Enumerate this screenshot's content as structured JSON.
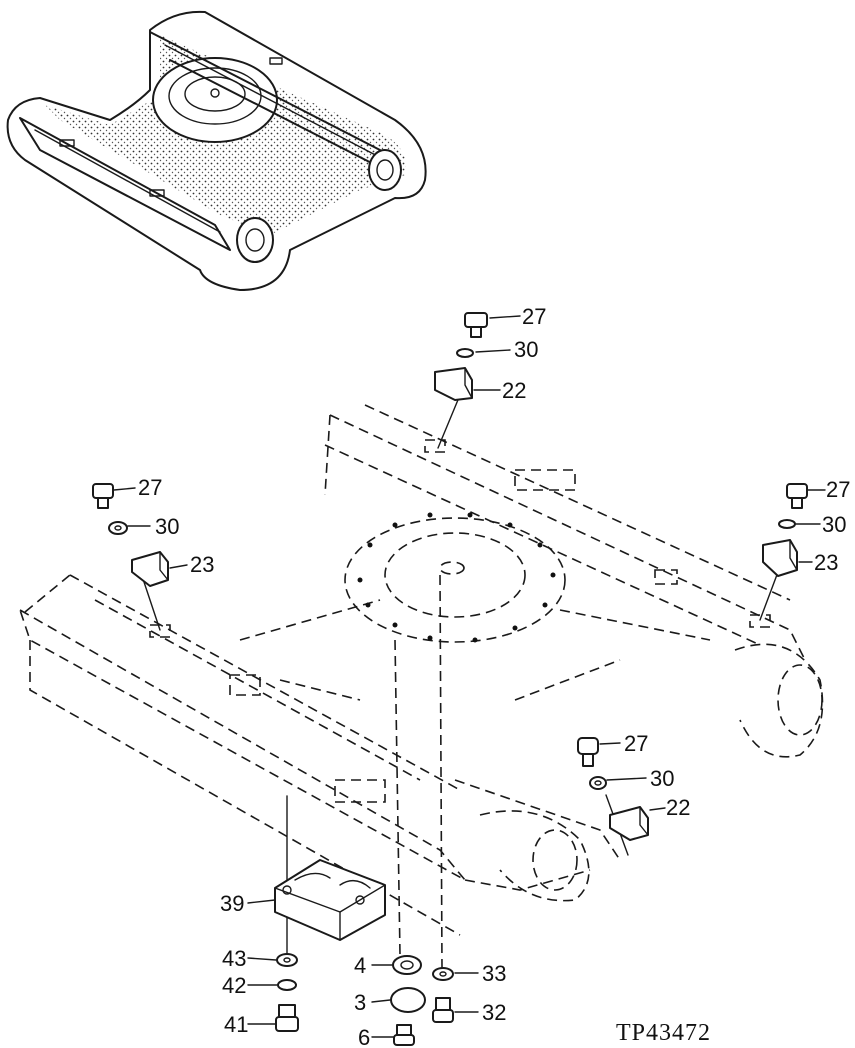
{
  "figure_id": "TP43472",
  "callouts": {
    "c27a": "27",
    "c30a": "30",
    "c22a": "22",
    "c27b": "27",
    "c30b": "30",
    "c23b": "23",
    "c27c": "27",
    "c30c": "30",
    "c23c": "23",
    "c27d": "27",
    "c30d": "30",
    "c22d": "22",
    "c39": "39",
    "c43": "43",
    "c42": "42",
    "c41": "41",
    "c4": "4",
    "c3": "3",
    "c6": "6",
    "c33": "33",
    "c32": "32"
  }
}
